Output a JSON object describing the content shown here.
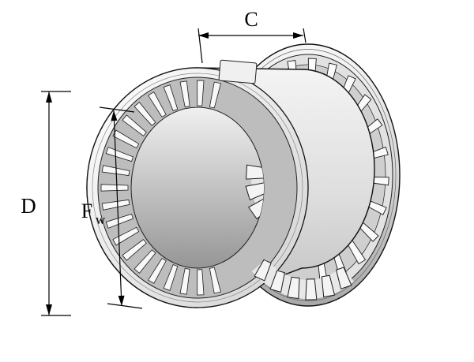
{
  "figure": {
    "background": "#ffffff",
    "subject": "needle-roller-axial-bearing-illustration",
    "labels": {
      "width": "C",
      "outer_diameter": "D",
      "inner_bore_main": "F",
      "inner_bore_sub": "w"
    },
    "colors": {
      "line": "#1d1d1d",
      "outline": "#111111",
      "dimension": "#000000",
      "metal_light": "#f7f7f7",
      "metal_mid": "#c9c9c9",
      "metal_dark": "#9e9e9e",
      "cage": "#bdbdbd",
      "roller": "#f8f8f8",
      "cage_band": "#e8e8e8"
    }
  }
}
